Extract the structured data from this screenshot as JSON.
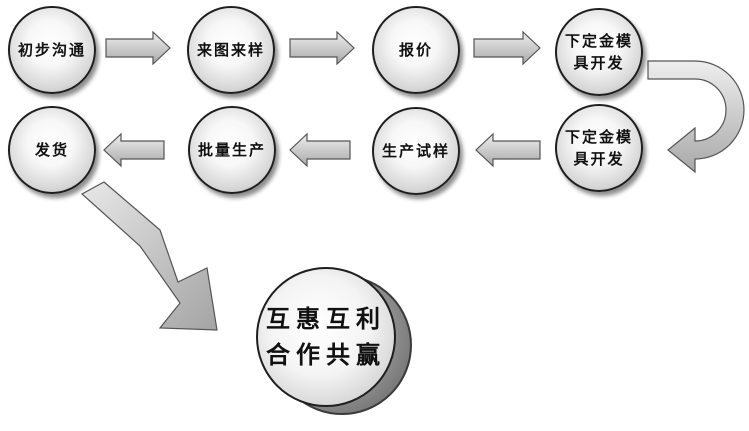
{
  "flow": {
    "row1": [
      {
        "lines": [
          "初步沟通"
        ]
      },
      {
        "lines": [
          "来图来样"
        ]
      },
      {
        "lines": [
          "报价"
        ]
      },
      {
        "lines": [
          "下定金模",
          "具开发"
        ]
      }
    ],
    "row2": [
      {
        "lines": [
          "发货"
        ]
      },
      {
        "lines": [
          "批量生产"
        ]
      },
      {
        "lines": [
          "生产试样"
        ]
      },
      {
        "lines": [
          "下定金模",
          "具开发"
        ]
      }
    ],
    "goal": {
      "lines": [
        "互惠互利",
        "合作共赢"
      ]
    }
  },
  "colors": {
    "arrow_light": "#e6e6e6",
    "arrow_dark": "#a9a9a9",
    "arrow_stroke": "#555555",
    "node_border": "#1e1e1e",
    "text": "#111111"
  }
}
